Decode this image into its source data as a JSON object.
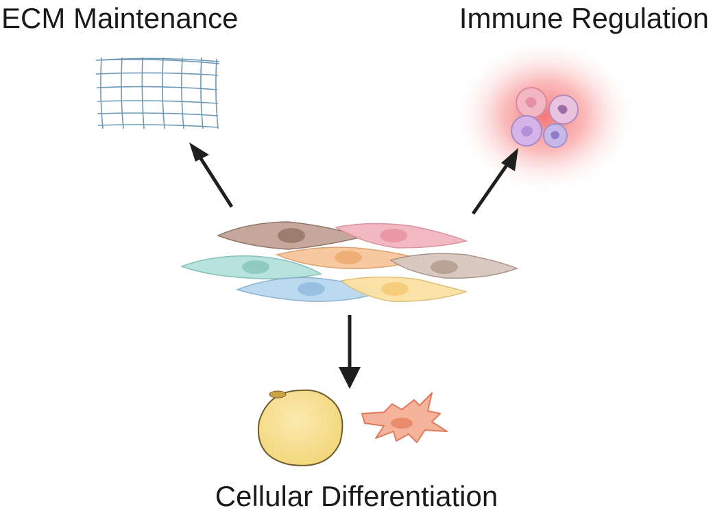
{
  "labels": {
    "ecm": "ECM Maintenance",
    "immune": "Immune Regulation",
    "differentiation": "Cellular Differentiation"
  },
  "icons": {
    "ecm": "extracellular-matrix-mesh-icon",
    "immune": "immune-cells-cluster-icon",
    "center": "fibroblast-cell-cluster-icon",
    "adipocyte": "adipocyte-cell-icon",
    "myofibroblast": "myofibroblast-cell-icon"
  },
  "colors": {
    "arrow": "#1f1f1f",
    "mesh": "#5c8fb0",
    "immune_glow": "#f26060",
    "cells": [
      "#b79a8c",
      "#f1a8b3",
      "#a9dbd6",
      "#f6c08f",
      "#cbb9ae",
      "#a9cde8",
      "#f8dc94"
    ],
    "adipocyte": "#f8e39a",
    "myofibroblast": "#f28f6e"
  }
}
